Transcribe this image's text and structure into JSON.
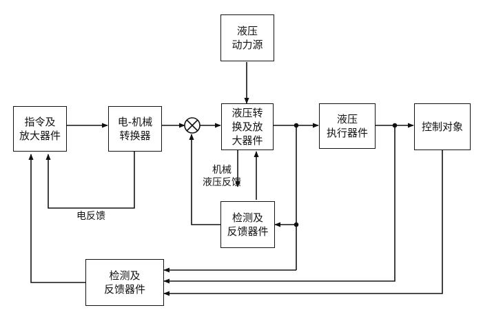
{
  "blocks": {
    "command_amplifier": "指令及\n放大器件",
    "electro_mech_converter": "电-机械\n转换器",
    "hydraulic_power_source": "液压\n动力源",
    "hydraulic_converter_amp": "液压转\n换及放\n大器件",
    "hydraulic_actuator": "液压\n执行器件",
    "controlled_object": "控制对象",
    "inner_detection_feedback": "检测及\n反馈器件",
    "outer_detection_feedback": "检测及\n反馈器件"
  },
  "labels": {
    "electrical_feedback": "电反馈",
    "mech_hydraulic_feedback": "机械\n液压反馈"
  },
  "colors": {
    "line": "#111111",
    "background": "#ffffff"
  }
}
